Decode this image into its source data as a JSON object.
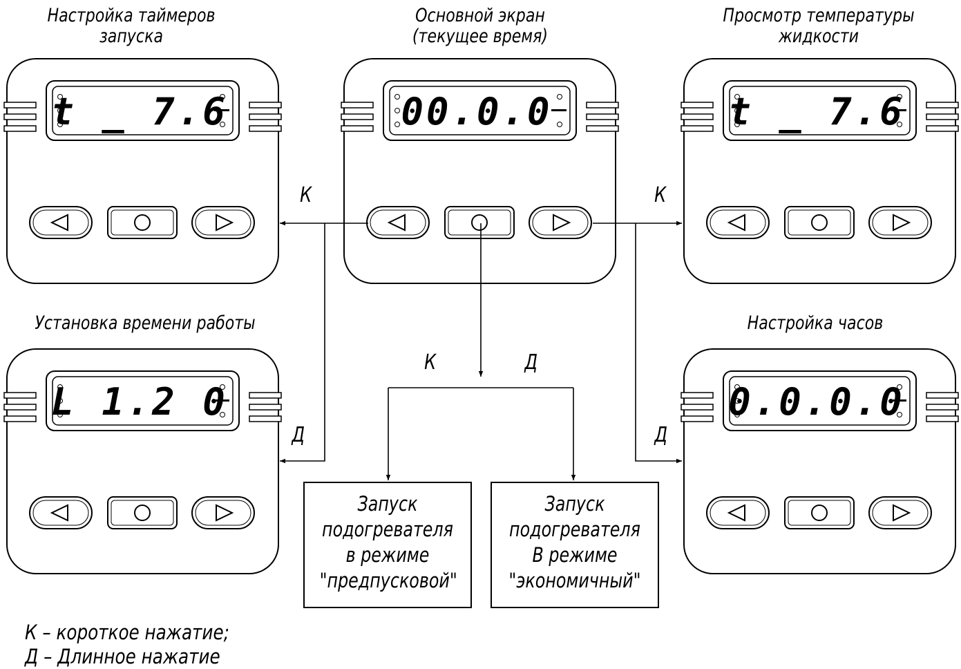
{
  "titles": {
    "timers": "Настройка таймеров\nзапуска",
    "main": "Основной экран\n(текущее время)",
    "temp": "Просмотр температуры\nжидкости",
    "runtime": "Установка времени работы",
    "clock": "Настройка часов"
  },
  "displays": {
    "timers": "t _ 7.6",
    "main": "00.0.0",
    "temp": "t _ 7.6",
    "runtime": "L 1.2 0",
    "clock": "0.0.0.0"
  },
  "arrow_labels": {
    "left": "К",
    "right": "К",
    "down_left": "К",
    "down_right": "Д",
    "runtime": "Д",
    "clock": "Д"
  },
  "results": {
    "preheat": "Запуск\nподогревателя\nв режиме\n\"предпусковой\"",
    "economy": "Запуск\nподогревателя\nВ режиме\n\"экономичный\""
  },
  "legend": {
    "short": "К – короткое нажатие;",
    "long": "Д – Длинное нажатие"
  },
  "icons": {
    "left_button": "left-triangle-icon",
    "center_button": "circle-icon",
    "right_button": "right-triangle-icon"
  }
}
